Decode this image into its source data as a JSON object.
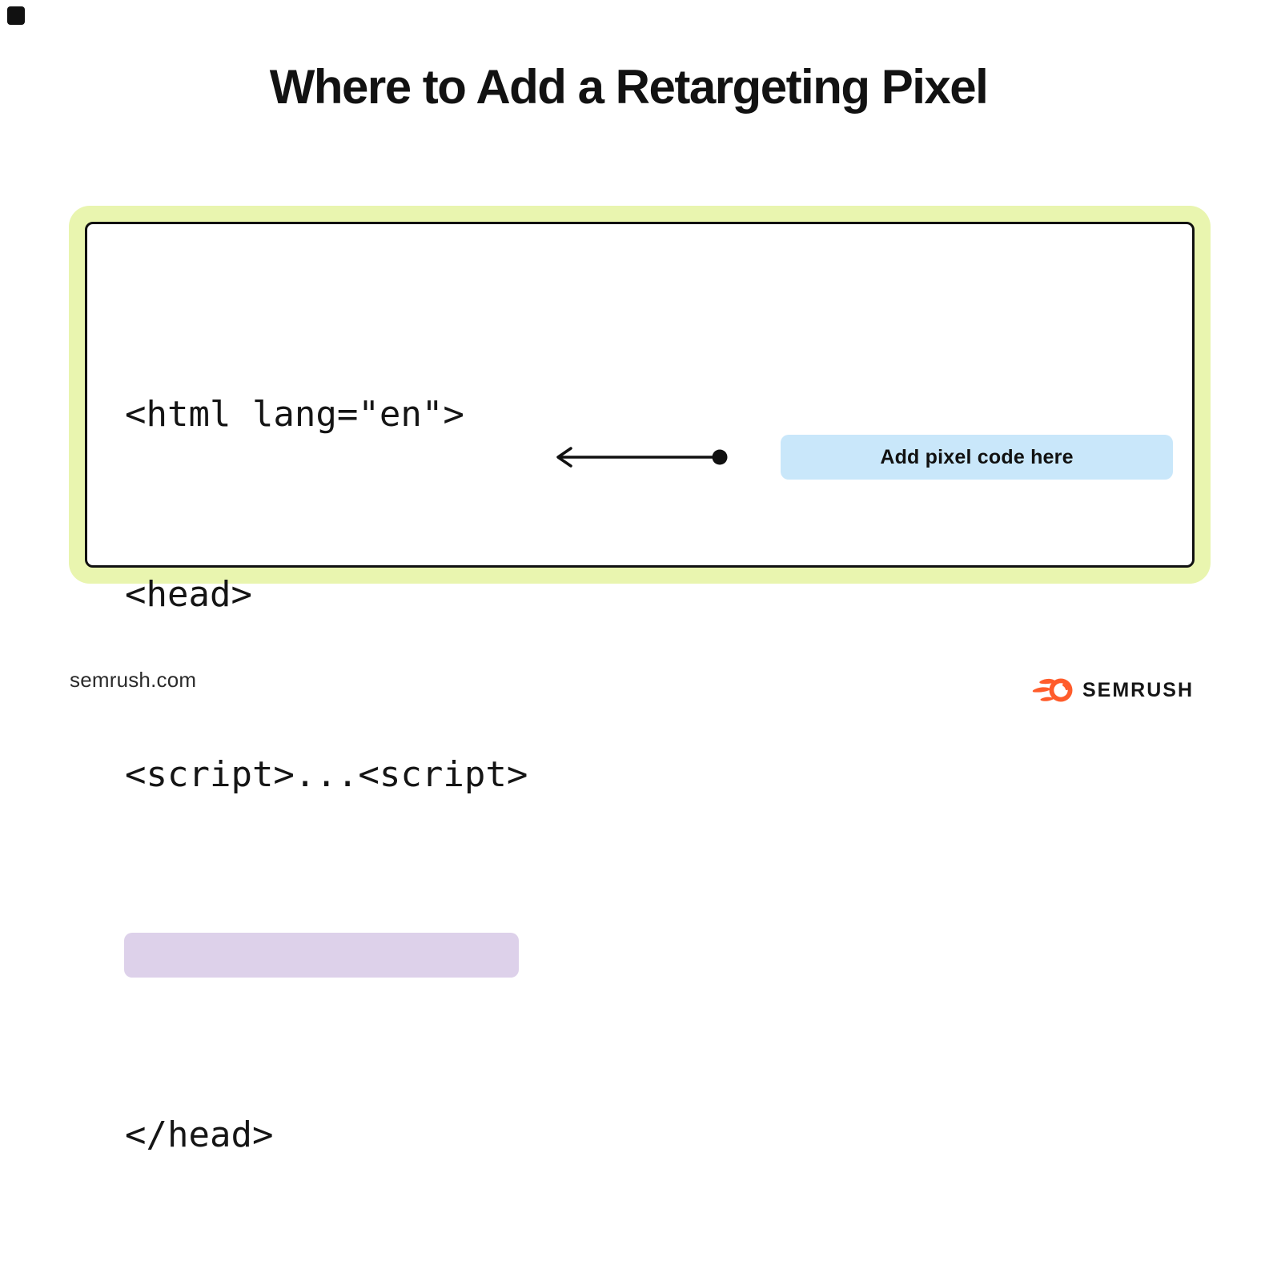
{
  "page": {
    "title": "Where to Add a Retargeting Pixel"
  },
  "diagram": {
    "code_lines": [
      "<html lang=\"en\">",
      "<head>",
      "<script>...<script>",
      "</head>"
    ],
    "annotation_label": "Add pixel code here"
  },
  "footer": {
    "website": "semrush.com",
    "brand_name": "SEMRUSH"
  },
  "colors": {
    "frame_green": "#E9F5AF",
    "highlight_purple": "#DDD1EA",
    "label_blue": "#C9E7FA",
    "brand_orange": "#FF5C2B",
    "text_black": "#151515",
    "background": "#FFFFFF"
  }
}
